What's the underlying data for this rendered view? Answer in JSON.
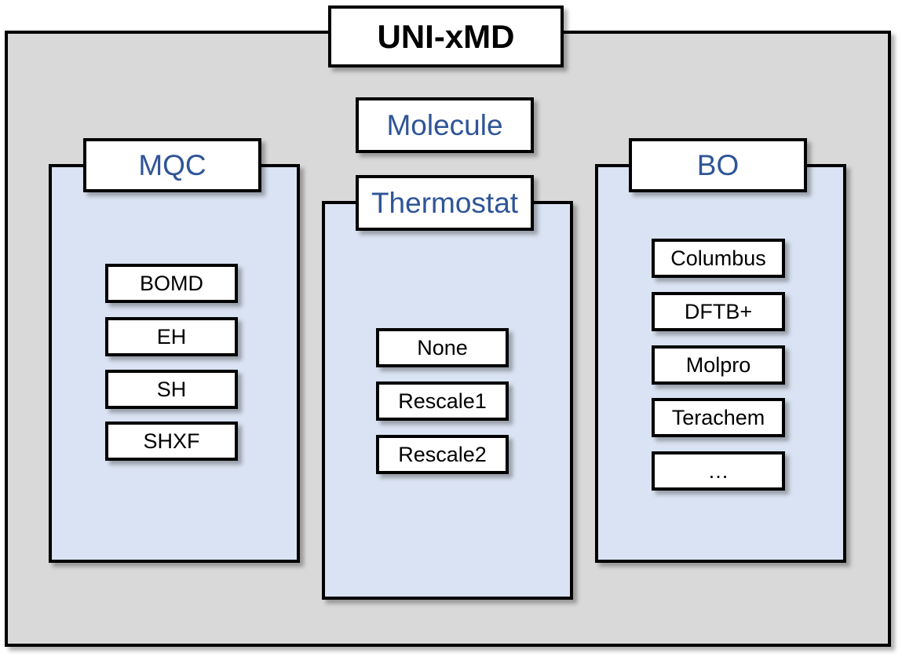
{
  "title": "UNI-xMD",
  "molecule": {
    "label": "Molecule"
  },
  "mqc": {
    "label": "MQC",
    "items": [
      "BOMD",
      "EH",
      "SH",
      "SHXF"
    ]
  },
  "thermostat": {
    "label": "Thermostat",
    "items": [
      "None",
      "Rescale1",
      "Rescale2"
    ]
  },
  "bo": {
    "label": "BO",
    "items": [
      "Columbus",
      "DFTB+",
      "Molpro",
      "Terachem",
      "…"
    ]
  },
  "colors": {
    "frame_background": "#d9d9d9",
    "panel_background": "#dae3f3",
    "heading_text": "#2f5597",
    "border": "#000000"
  }
}
